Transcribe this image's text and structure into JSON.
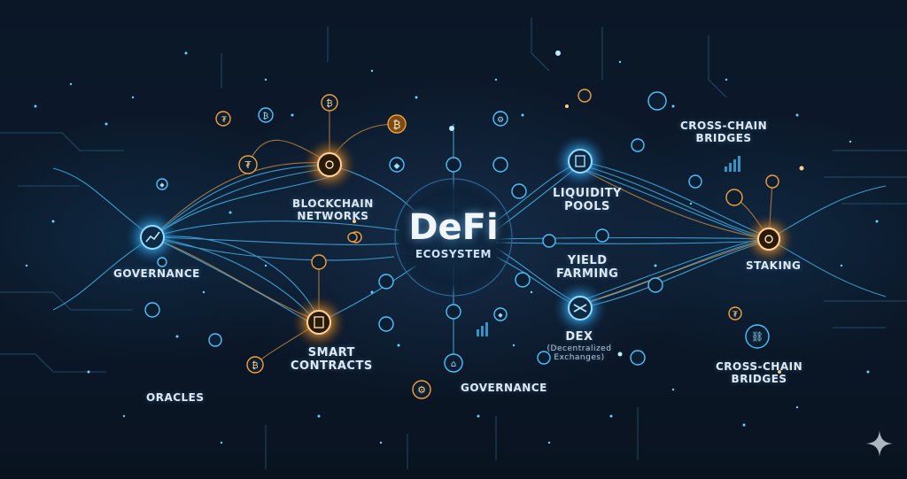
{
  "center": {
    "title": "DeFi",
    "subtitle": "ECOSYSTEM"
  },
  "labels": {
    "governance_left": "GOVERNANCE",
    "blockchain_line1": "BLOCKCHAIN",
    "blockchain_line2": "NETWORKS",
    "liquidity_line1": "LIQUIDITY",
    "liquidity_line2": "POOLS",
    "yield_line1": "YIELD",
    "yield_line2": "FARMING",
    "cross_chain_top_line1": "CROSS-CHAIN",
    "cross_chain_top_line2": "BRIDGES",
    "staking": "STAKING",
    "smart_contracts_line1": "SMART",
    "smart_contracts_line2": "CONTRACTS",
    "oracles": "ORACLES",
    "governance_bottom": "GOVERNANCE",
    "dex_line1": "DEX",
    "dex_line2": "(Decentralized",
    "dex_line3": "Exchanges)",
    "cross_chain_bottom_line1": "CROSS-CHAIN",
    "cross_chain_bottom_line2": "BRIDGES"
  },
  "icons": {
    "bitcoin": "₿",
    "tether": "₮",
    "ethereum": "◆"
  },
  "colors": {
    "background": "#0b1727",
    "blue_glow": "#39b4ff",
    "orange_glow": "#f2a03d",
    "line_blue": "#4cc3ff",
    "line_orange": "#e89a45"
  }
}
